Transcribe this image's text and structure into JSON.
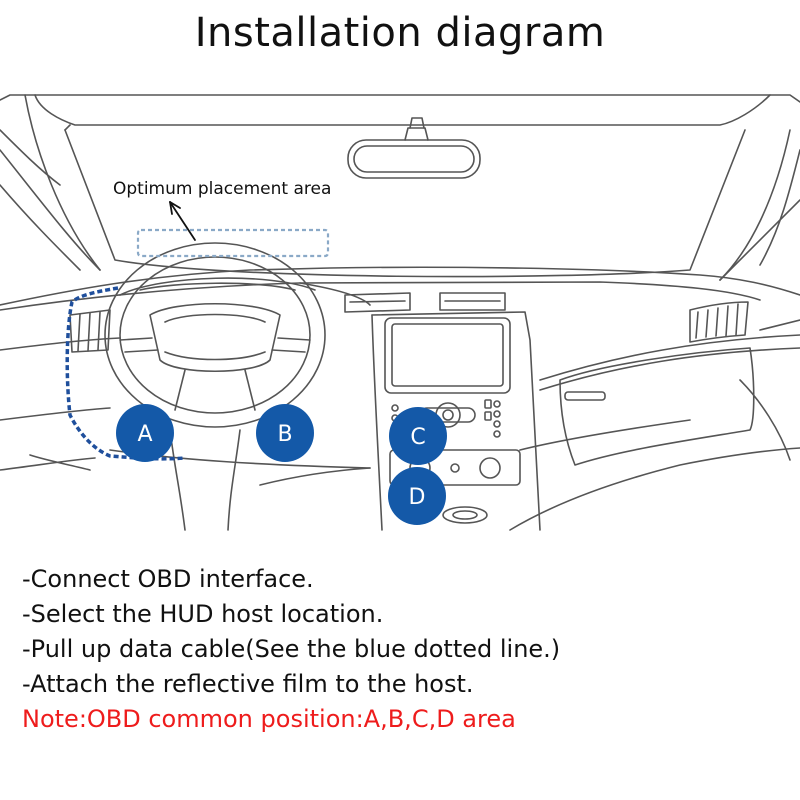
{
  "title": "Installation diagram",
  "diagram": {
    "placement_label": "Optimum placement area",
    "markers": [
      {
        "id": "a",
        "label": "A"
      },
      {
        "id": "b",
        "label": "B"
      },
      {
        "id": "c",
        "label": "C"
      },
      {
        "id": "d",
        "label": "D"
      }
    ],
    "colors": {
      "marker_fill": "#1459a8",
      "cable_line": "#1f4f9c",
      "outline": "#555555",
      "placement_area": "#8aa9c7",
      "note_text": "#ee1c1c"
    }
  },
  "instructions": [
    "-Connect OBD interface.",
    "-Select the HUD host location.",
    "-Pull up data cable(See the blue dotted line.)",
    "-Attach the reflective film to the host."
  ],
  "note": "Note:OBD common position:A,B,C,D area"
}
